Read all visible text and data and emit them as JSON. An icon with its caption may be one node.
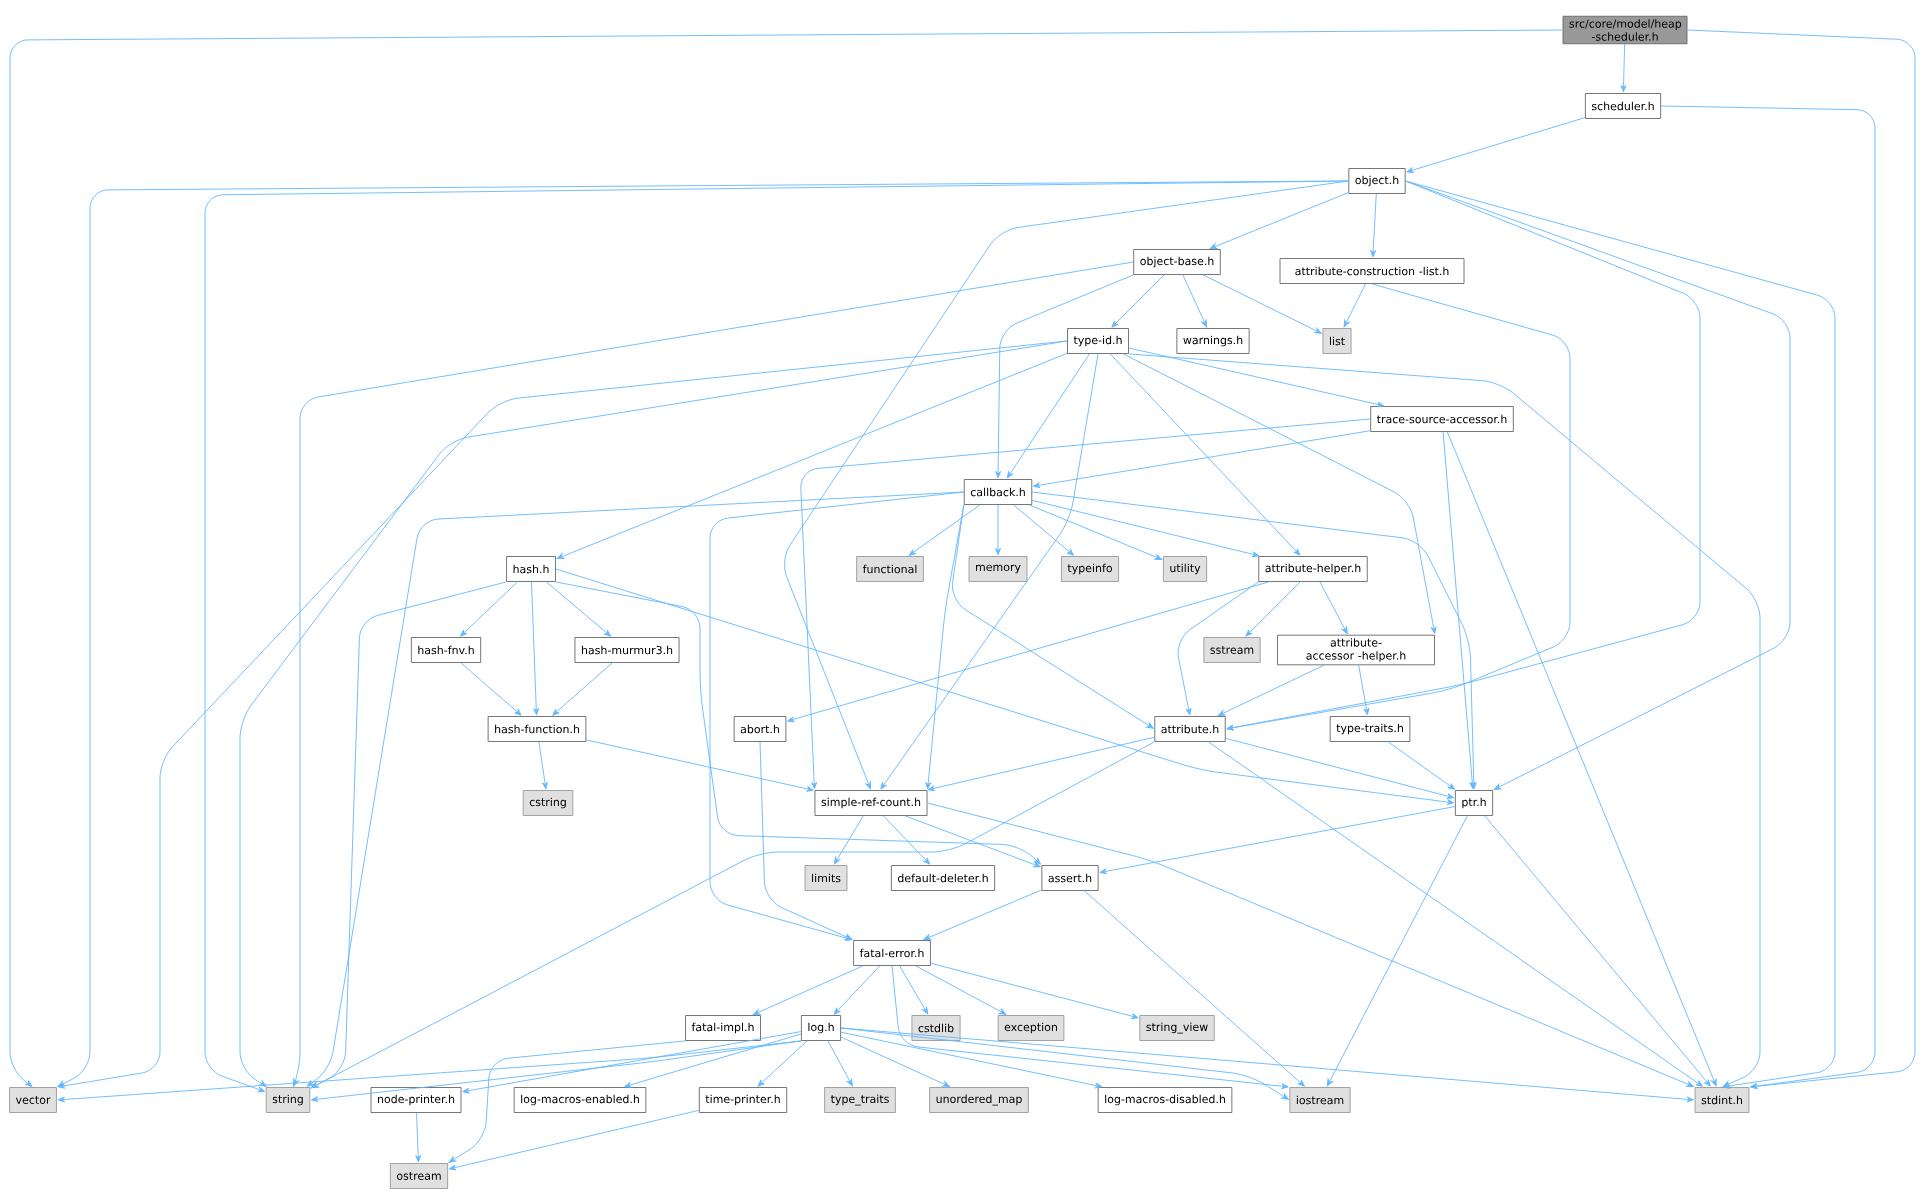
{
  "diagram": {
    "nodes": [
      {
        "text": [
          "src/core/model/heap -scheduler.h"
        ]
      },
      {
        "text": [
          "scheduler.h"
        ]
      },
      {
        "text": [
          "object.h"
        ]
      },
      {
        "text": [
          "object-base.h"
        ]
      },
      {
        "text": [
          "attribute-construction -list.h"
        ]
      },
      {
        "text": [
          "list"
        ]
      },
      {
        "text": [
          "warnings.h"
        ]
      },
      {
        "text": [
          "type-id.h"
        ]
      },
      {
        "text": [
          "trace-source-accessor.h"
        ]
      },
      {
        "text": [
          "callback.h"
        ]
      },
      {
        "text": [
          "hash.h"
        ]
      },
      {
        "text": [
          "functional"
        ]
      },
      {
        "text": [
          "memory"
        ]
      },
      {
        "text": [
          "typeinfo"
        ]
      },
      {
        "text": [
          "utility"
        ]
      },
      {
        "text": [
          "attribute-helper.h"
        ]
      },
      {
        "text": [
          "hash-fnv.h"
        ]
      },
      {
        "text": [
          "hash-murmur3.h"
        ]
      },
      {
        "text": [
          "sstream"
        ]
      },
      {
        "text": [
          "attribute-accessor -helper.h"
        ]
      },
      {
        "text": [
          "hash-function.h"
        ]
      },
      {
        "text": [
          "abort.h"
        ]
      },
      {
        "text": [
          "attribute.h"
        ]
      },
      {
        "text": [
          "type-traits.h"
        ]
      },
      {
        "text": [
          "cstring"
        ]
      },
      {
        "text": [
          "simple-ref-count.h"
        ]
      },
      {
        "text": [
          "ptr.h"
        ]
      },
      {
        "text": [
          "limits"
        ]
      },
      {
        "text": [
          "default-deleter.h"
        ]
      },
      {
        "text": [
          "assert.h"
        ]
      },
      {
        "text": [
          "fatal-error.h"
        ]
      },
      {
        "text": [
          "fatal-impl.h"
        ]
      },
      {
        "text": [
          "log.h"
        ]
      },
      {
        "text": [
          "cstdlib"
        ]
      },
      {
        "text": [
          "exception"
        ]
      },
      {
        "text": [
          "string_view"
        ]
      },
      {
        "text": [
          "vector"
        ]
      },
      {
        "text": [
          "string"
        ]
      },
      {
        "text": [
          "node-printer.h"
        ]
      },
      {
        "text": [
          "log-macros-enabled.h"
        ]
      },
      {
        "text": [
          "time-printer.h"
        ]
      },
      {
        "text": [
          "type_traits"
        ]
      },
      {
        "text": [
          "unordered_map"
        ]
      },
      {
        "text": [
          "log-macros-disabled.h"
        ]
      },
      {
        "text": [
          "iostream"
        ]
      },
      {
        "text": [
          "stdint.h"
        ]
      },
      {
        "text": [
          "ostream"
        ]
      }
    ],
    "edges": [
      {
        "from": 0,
        "to": 36,
        "arrow": "to"
      },
      {
        "from": 0,
        "to": 1,
        "arrow": "to"
      },
      {
        "from": 0,
        "to": 45,
        "arrow": "to"
      },
      {
        "from": 1,
        "to": 2,
        "arrow": "to"
      },
      {
        "from": 1,
        "to": 45,
        "arrow": "to"
      },
      {
        "from": 2,
        "to": 36,
        "arrow": "to"
      },
      {
        "from": 2,
        "to": 37,
        "arrow": "to"
      },
      {
        "from": 2,
        "to": 3,
        "arrow": "to"
      },
      {
        "from": 2,
        "to": 4,
        "arrow": "to"
      },
      {
        "from": 2,
        "to": 25,
        "arrow": "to"
      },
      {
        "from": 2,
        "to": 22,
        "arrow": "to"
      },
      {
        "from": 2,
        "to": 26,
        "arrow": "to"
      },
      {
        "from": 2,
        "to": 45,
        "arrow": "to"
      },
      {
        "from": 3,
        "to": 37,
        "arrow": "to"
      },
      {
        "from": 3,
        "to": 9,
        "arrow": "to"
      },
      {
        "from": 3,
        "to": 7,
        "arrow": "to"
      },
      {
        "from": 3,
        "to": 6,
        "arrow": "to"
      },
      {
        "from": 3,
        "to": 5,
        "arrow": "to"
      },
      {
        "from": 4,
        "to": 5,
        "arrow": "to"
      },
      {
        "from": 4,
        "to": 22,
        "arrow": "to"
      },
      {
        "from": 7,
        "to": 36,
        "arrow": "to"
      },
      {
        "from": 7,
        "to": 37,
        "arrow": "to"
      },
      {
        "from": 7,
        "to": 10,
        "arrow": "to"
      },
      {
        "from": 7,
        "to": 25,
        "arrow": "to"
      },
      {
        "from": 7,
        "to": 9,
        "arrow": "to"
      },
      {
        "from": 7,
        "to": 15,
        "arrow": "to"
      },
      {
        "from": 7,
        "to": 19,
        "arrow": "to"
      },
      {
        "from": 7,
        "to": 8,
        "arrow": "to"
      },
      {
        "from": 7,
        "to": 45,
        "arrow": "to"
      },
      {
        "from": 8,
        "to": 9,
        "arrow": "to"
      },
      {
        "from": 8,
        "to": 25,
        "arrow": "to"
      },
      {
        "from": 8,
        "to": 26,
        "arrow": "to"
      },
      {
        "from": 8,
        "to": 45,
        "arrow": "to"
      },
      {
        "from": 9,
        "to": 37,
        "arrow": "to"
      },
      {
        "from": 9,
        "to": 30,
        "arrow": "to"
      },
      {
        "from": 9,
        "to": 25,
        "arrow": "to"
      },
      {
        "from": 9,
        "to": 22,
        "arrow": "to"
      },
      {
        "from": 9,
        "to": 11,
        "arrow": "to"
      },
      {
        "from": 9,
        "to": 12,
        "arrow": "to"
      },
      {
        "from": 9,
        "to": 13,
        "arrow": "to"
      },
      {
        "from": 9,
        "to": 14,
        "arrow": "to"
      },
      {
        "from": 9,
        "to": 15,
        "arrow": "to"
      },
      {
        "from": 9,
        "to": 26,
        "arrow": "to"
      },
      {
        "from": 10,
        "to": 37,
        "arrow": "to"
      },
      {
        "from": 10,
        "to": 16,
        "arrow": "to"
      },
      {
        "from": 10,
        "to": 20,
        "arrow": "to"
      },
      {
        "from": 10,
        "to": 17,
        "arrow": "to"
      },
      {
        "from": 10,
        "to": 29,
        "arrow": "to"
      },
      {
        "from": 10,
        "to": 26,
        "arrow": "to"
      },
      {
        "from": 15,
        "to": 21,
        "arrow": "to"
      },
      {
        "from": 15,
        "to": 22,
        "arrow": "to"
      },
      {
        "from": 15,
        "to": 18,
        "arrow": "to"
      },
      {
        "from": 15,
        "to": 19,
        "arrow": "to"
      },
      {
        "from": 16,
        "to": 20,
        "arrow": "to"
      },
      {
        "from": 17,
        "to": 20,
        "arrow": "to"
      },
      {
        "from": 19,
        "to": 22,
        "arrow": "to"
      },
      {
        "from": 19,
        "to": 23,
        "arrow": "to"
      },
      {
        "from": 20,
        "to": 24,
        "arrow": "to"
      },
      {
        "from": 20,
        "to": 25,
        "arrow": "to"
      },
      {
        "from": 21,
        "to": 30,
        "arrow": "to"
      },
      {
        "from": 22,
        "to": 37,
        "arrow": "to"
      },
      {
        "from": 22,
        "to": 25,
        "arrow": "to"
      },
      {
        "from": 22,
        "to": 26,
        "arrow": "to"
      },
      {
        "from": 22,
        "to": 45,
        "arrow": "to"
      },
      {
        "from": 23,
        "to": 26,
        "arrow": "to"
      },
      {
        "from": 25,
        "to": 27,
        "arrow": "to"
      },
      {
        "from": 25,
        "to": 28,
        "arrow": "to"
      },
      {
        "from": 25,
        "to": 29,
        "arrow": "to"
      },
      {
        "from": 25,
        "to": 45,
        "arrow": "to"
      },
      {
        "from": 26,
        "to": 29,
        "arrow": "to"
      },
      {
        "from": 26,
        "to": 44,
        "arrow": "to"
      },
      {
        "from": 26,
        "to": 45,
        "arrow": "to"
      },
      {
        "from": 29,
        "to": 30,
        "arrow": "to"
      },
      {
        "from": 29,
        "to": 44,
        "arrow": "to"
      },
      {
        "from": 30,
        "to": 31,
        "arrow": "to"
      },
      {
        "from": 30,
        "to": 32,
        "arrow": "to"
      },
      {
        "from": 30,
        "to": 33,
        "arrow": "to"
      },
      {
        "from": 30,
        "to": 34,
        "arrow": "to"
      },
      {
        "from": 30,
        "to": 35,
        "arrow": "to"
      },
      {
        "from": 30,
        "to": 44,
        "arrow": "to"
      },
      {
        "from": 31,
        "to": 46,
        "arrow": "to"
      },
      {
        "from": 32,
        "to": 36,
        "arrow": "to"
      },
      {
        "from": 32,
        "to": 37,
        "arrow": "to"
      },
      {
        "from": 32,
        "to": 38,
        "arrow": "to"
      },
      {
        "from": 32,
        "to": 39,
        "arrow": "to"
      },
      {
        "from": 32,
        "to": 40,
        "arrow": "to"
      },
      {
        "from": 32,
        "to": 41,
        "arrow": "to"
      },
      {
        "from": 32,
        "to": 42,
        "arrow": "to"
      },
      {
        "from": 32,
        "to": 43,
        "arrow": "to"
      },
      {
        "from": 32,
        "to": 44,
        "arrow": "to"
      },
      {
        "from": 32,
        "to": 45,
        "arrow": "to"
      },
      {
        "from": 38,
        "to": 46,
        "arrow": "to"
      },
      {
        "from": 40,
        "to": 46,
        "arrow": "to"
      }
    ]
  }
}
